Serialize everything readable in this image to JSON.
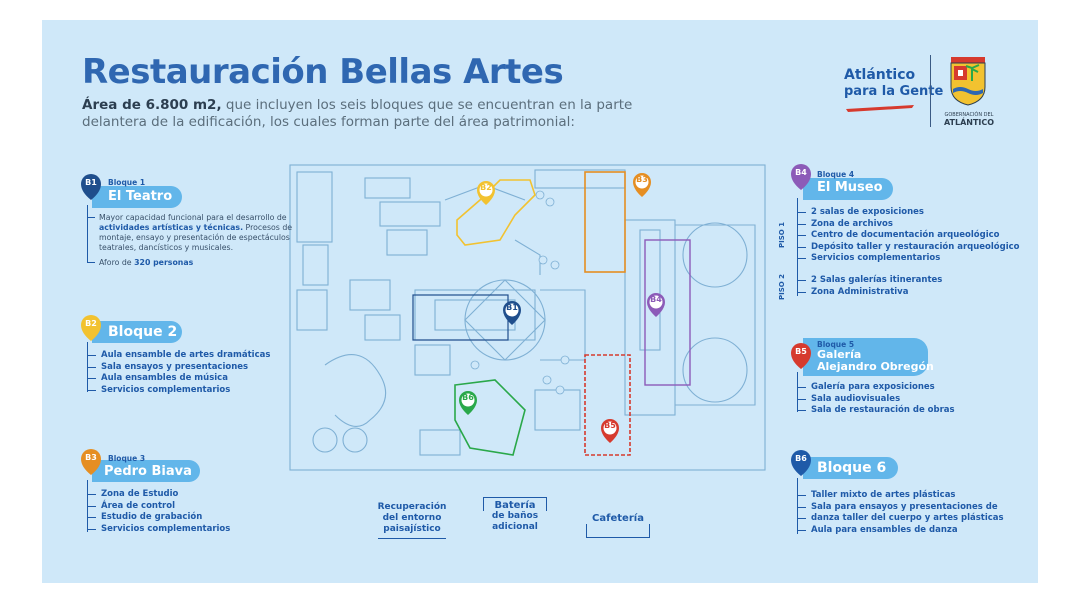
{
  "header": {
    "title": "Restauración Bellas Artes",
    "subtitle_bold": "Área de 6.800 m2,",
    "subtitle_rest": " que incluyen los seis bloques que se encuentran en la parte delantera de la edificación, los cuales forman parte del área patrimonial:"
  },
  "logo": {
    "line1": "Atlántico",
    "line2": "para la Gente",
    "gob_small": "GOBERNACIÓN DEL",
    "gob_big": "ATLÁNTICO"
  },
  "colors": {
    "accent_blue": "#2f67b1",
    "b1": "#1f4e8c",
    "b2": "#f2c230",
    "b3": "#e58e22",
    "b4": "#8c5bb8",
    "b5": "#d63a2e",
    "b6": "#2aa84a",
    "pill_bg": "#62b6ea"
  },
  "blocks": {
    "b1": {
      "pin": "B1",
      "sub": "Bloque 1",
      "name": "El Teatro",
      "desc_1": "Mayor capacidad funcional para el desarrollo de ",
      "desc_bold": "actividades artísticas y técnicas.",
      "desc_2": " Procesos de montaje, ensayo y presentación de espectáculos teatrales, dancísticos y musicales.",
      "aforo_pre": "Aforo de ",
      "aforo_bold": "320 personas"
    },
    "b2": {
      "pin": "B2",
      "name": "Bloque 2",
      "items": [
        "Aula ensamble de artes dramáticas",
        "Sala ensayos y presentaciones",
        "Aula ensambles de música",
        "Servicios complementarios"
      ]
    },
    "b3": {
      "pin": "B3",
      "sub": "Bloque 3",
      "name": "Pedro Biava",
      "items": [
        "Zona de Estudio",
        "Área de control",
        "Estudio de grabación",
        "Servicios complementarios"
      ]
    },
    "b4": {
      "pin": "B4",
      "sub": "Bloque 4",
      "name": "El Museo",
      "piso1": "PISO 1",
      "piso2": "PISO 2",
      "items_p1": [
        "2 salas de exposiciones",
        "Zona de archivos",
        "Centro de documentación arqueológico",
        "Depósito taller y restauración arqueológico",
        "Servicios complementarios"
      ],
      "items_p2": [
        "2 Salas galerías itinerantes",
        "Zona Administrativa"
      ]
    },
    "b5": {
      "pin": "B5",
      "sub": "Bloque 5",
      "name_1": "Galería",
      "name_2": "Alejandro Obregón",
      "items": [
        "Galería para exposiciones",
        "Sala audiovisuales",
        "Sala de restauración de obras"
      ]
    },
    "b6": {
      "pin": "B6",
      "name": "Bloque 6",
      "items": [
        "Taller mixto de artes plásticas",
        "Sala para ensayos y presentaciones de",
        "danza taller del cuerpo y artes plásticas",
        "Aula para ensambles de danza"
      ]
    }
  },
  "bottom": {
    "recuperacion_1": "Recuperación",
    "recuperacion_2": "del entorno",
    "recuperacion_3": "paisajístico",
    "bateria_1": "Batería",
    "bateria_2": "de baños",
    "bateria_3": "adicional",
    "cafeteria": "Cafetería"
  },
  "map_pins": {
    "b1": "B1",
    "b2": "B2",
    "b3": "B3",
    "b4": "B4",
    "b5": "B5",
    "b6": "B6"
  }
}
